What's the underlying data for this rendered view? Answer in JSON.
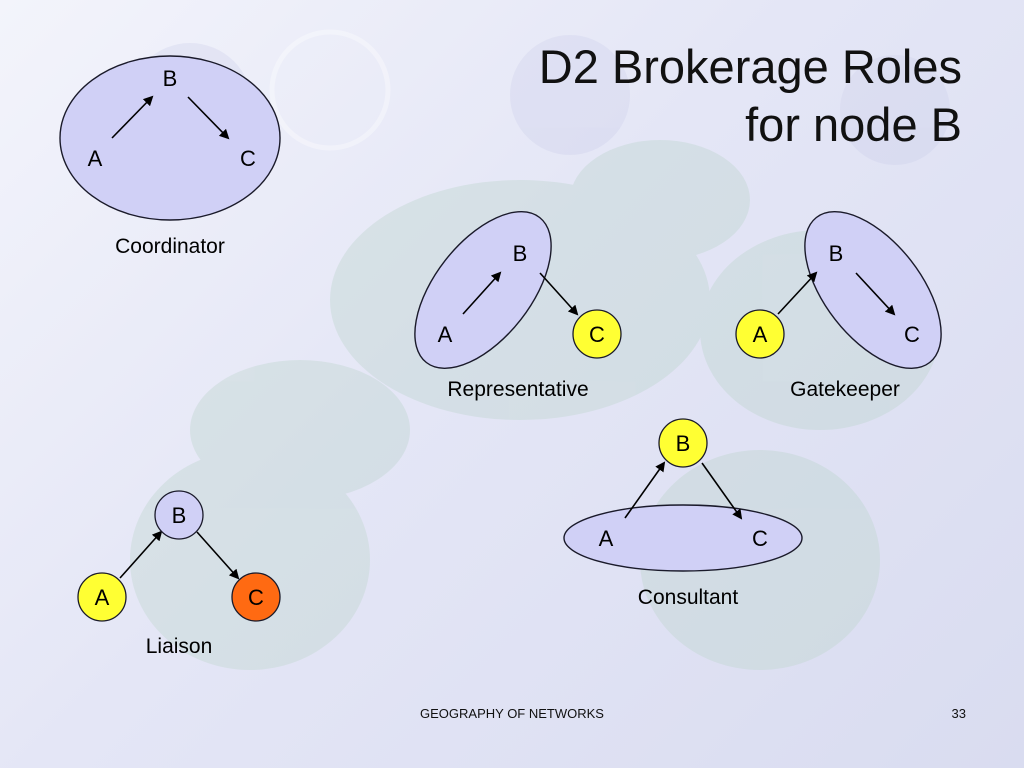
{
  "slide": {
    "title_line1": "D2 Brokerage Roles",
    "title_line2": "for node B",
    "footer": "GEOGRAPHY OF NETWORKS",
    "page_number": "33"
  },
  "colors": {
    "ellipse_fill": "#d0d0f6",
    "node_plain": "#d0d0f6",
    "node_highlight": "#ffff33",
    "node_orange": "#ff6a12",
    "stroke": "#1a1a2a"
  },
  "diagrams": [
    {
      "id": "coordinator",
      "caption": "Coordinator",
      "nodes": [
        {
          "label": "B",
          "style": "plain"
        },
        {
          "label": "A",
          "style": "plain"
        },
        {
          "label": "C",
          "style": "plain"
        }
      ],
      "edges": [
        {
          "from": "A",
          "to": "B"
        },
        {
          "from": "B",
          "to": "C"
        }
      ],
      "group": "A, B, C"
    },
    {
      "id": "representative",
      "caption": "Representative",
      "nodes": [
        {
          "label": "B",
          "style": "plain"
        },
        {
          "label": "A",
          "style": "plain"
        },
        {
          "label": "C",
          "style": "highlight"
        }
      ],
      "edges": [
        {
          "from": "A",
          "to": "B"
        },
        {
          "from": "B",
          "to": "C"
        }
      ],
      "group": "A, B"
    },
    {
      "id": "gatekeeper",
      "caption": "Gatekeeper",
      "nodes": [
        {
          "label": "B",
          "style": "plain"
        },
        {
          "label": "A",
          "style": "highlight"
        },
        {
          "label": "C",
          "style": "plain"
        }
      ],
      "edges": [
        {
          "from": "A",
          "to": "B"
        },
        {
          "from": "B",
          "to": "C"
        }
      ],
      "group": "B, C"
    },
    {
      "id": "consultant",
      "caption": "Consultant",
      "nodes": [
        {
          "label": "B",
          "style": "highlight"
        },
        {
          "label": "A",
          "style": "plain"
        },
        {
          "label": "C",
          "style": "plain"
        }
      ],
      "edges": [
        {
          "from": "A",
          "to": "B"
        },
        {
          "from": "B",
          "to": "C"
        }
      ],
      "group": "A, C"
    },
    {
      "id": "liaison",
      "caption": "Liaison",
      "nodes": [
        {
          "label": "B",
          "style": "circle"
        },
        {
          "label": "A",
          "style": "highlight"
        },
        {
          "label": "C",
          "style": "orange"
        }
      ],
      "edges": [
        {
          "from": "A",
          "to": "B"
        },
        {
          "from": "B",
          "to": "C"
        }
      ],
      "group": "none"
    }
  ]
}
